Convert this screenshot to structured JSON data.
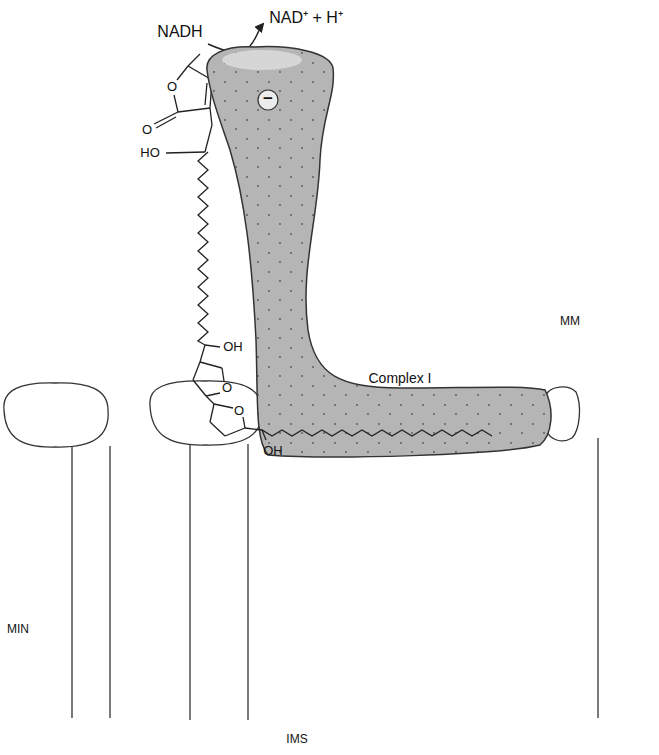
{
  "diagram": {
    "nodes": [
      {
        "text": [
          "Complex I"
        ]
      }
    ],
    "labels": [
      "NADH",
      "NAD⁺ + H⁺",
      "−",
      "O",
      "O",
      "HO",
      "OH",
      "O",
      "O",
      "OH",
      "MM",
      "MIN",
      "IMS"
    ]
  }
}
